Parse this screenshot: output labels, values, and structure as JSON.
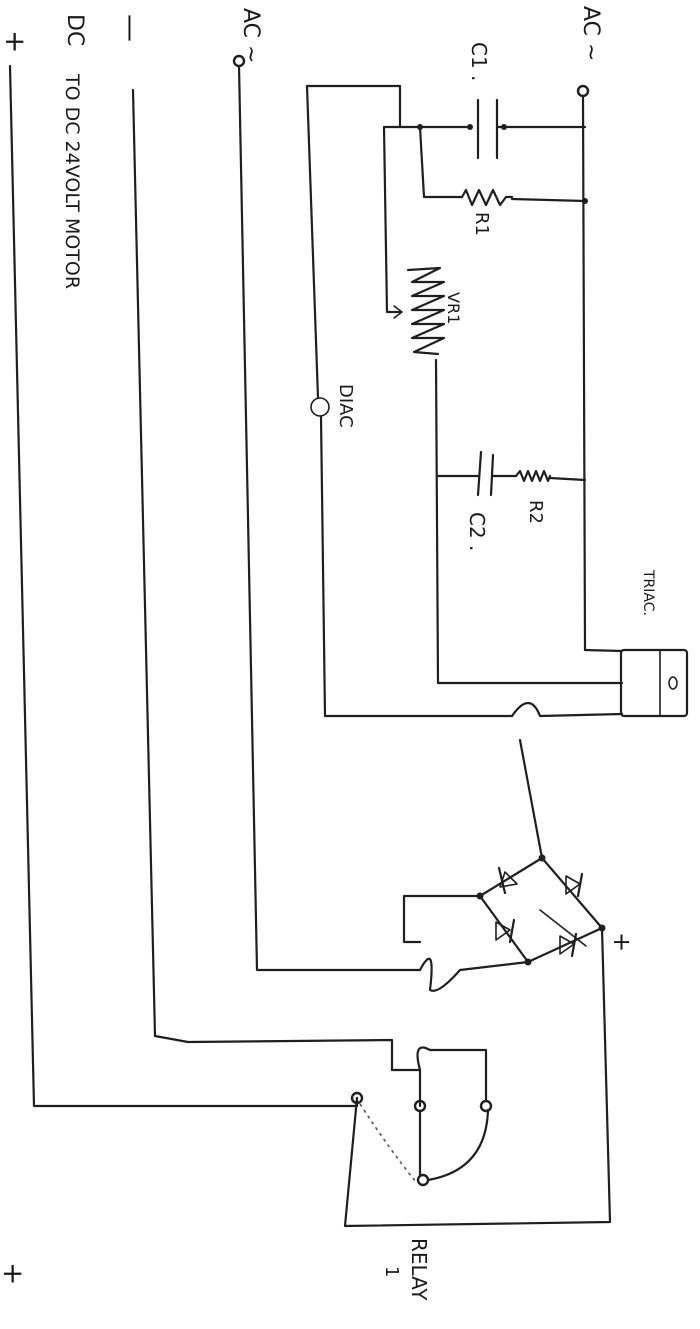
{
  "labels": {
    "plus_top": "+",
    "dc": "DC",
    "minus": "—",
    "ac_left": "AC ~",
    "ac_right": "AC ~",
    "c1": "C1 .",
    "r1": "R1",
    "vr1": "VR1",
    "diac": "DIAC",
    "r2": "R2",
    "c2": "C2 .",
    "triac": "TRIAC.",
    "motor": "TO DC 24VOLT MOTOR",
    "bridge_plus": "+",
    "relay": "RELAY",
    "relay_num": "1",
    "plus_bottom": "+"
  },
  "colors": {
    "ink": "#1f1f1f",
    "paper": "#ffffff"
  }
}
